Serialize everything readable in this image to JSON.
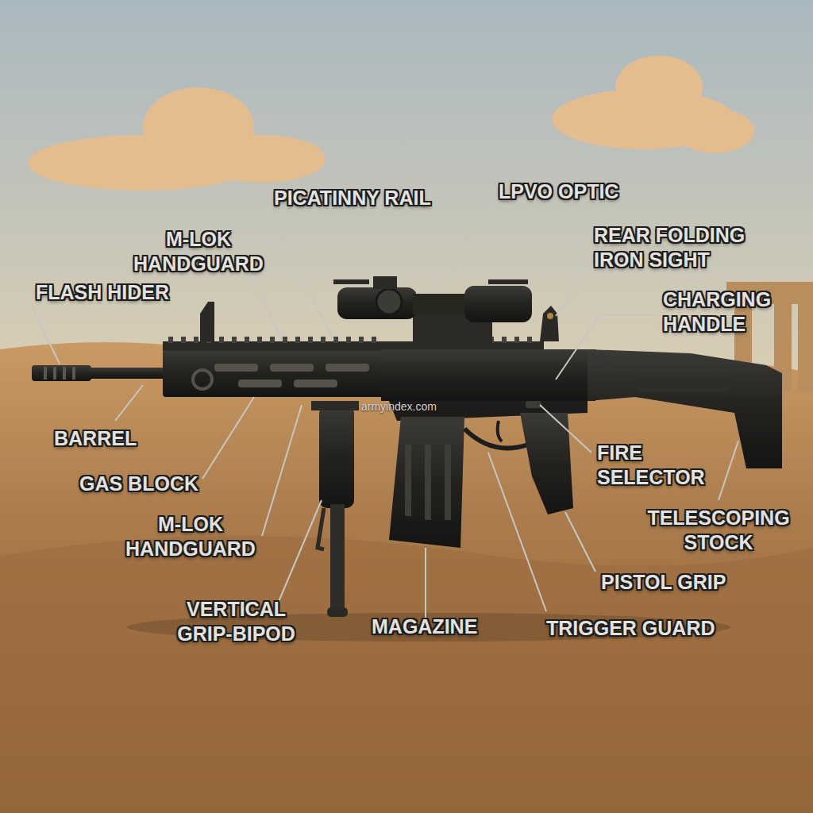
{
  "diagram": {
    "labels": [
      "PICATINNY RAIL",
      "LPVO OPTIC",
      "M-LOK HANDGUARD",
      "REAR FOLDING IRON SIGHT",
      "FLASH HIDER",
      "CHARGING HANDLE",
      "armyindex.com",
      "BARREL",
      "FIRE SELECTOR",
      "GAS BLOCK",
      "TELESCOPING STOCK",
      "M-LOK HANDGUARD",
      "PISTOL GRIP",
      "VERTICAL GRIP-BIPOD",
      "MAGAZINE",
      "TRIGGER GUARD"
    ]
  }
}
